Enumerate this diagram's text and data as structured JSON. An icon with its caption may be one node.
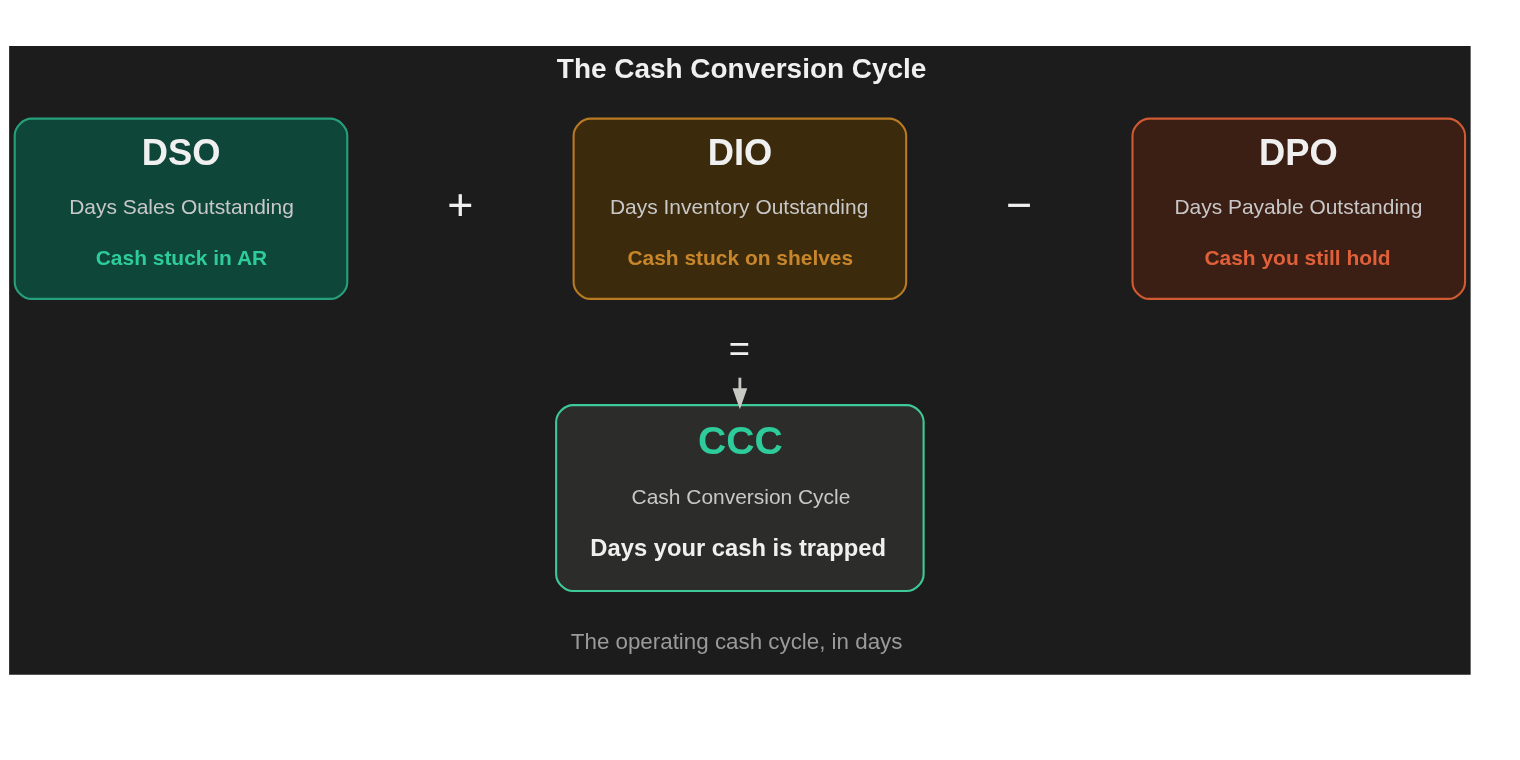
{
  "diagram": {
    "title": "The Cash Conversion Cycle",
    "caption": "The operating cash cycle, in days",
    "nodes": [
      {
        "text": [
          "DSO",
          "Days Sales Outstanding",
          "Cash stuck in AR"
        ]
      },
      {
        "text": [
          "DIO",
          "Days Inventory Outstanding",
          "Cash stuck on shelves"
        ]
      },
      {
        "text": [
          "DPO",
          "Days Payable Outstanding",
          "Cash you still hold"
        ]
      },
      {
        "text": [
          "="
        ]
      },
      {
        "text": [
          "CCC",
          "Cash Conversion Cycle",
          "Days your cash is trapped"
        ]
      }
    ],
    "edges": [
      {
        "from": 3,
        "to": 4,
        "arrow": "to"
      }
    ],
    "labels": [
      "+",
      "−"
    ]
  }
}
